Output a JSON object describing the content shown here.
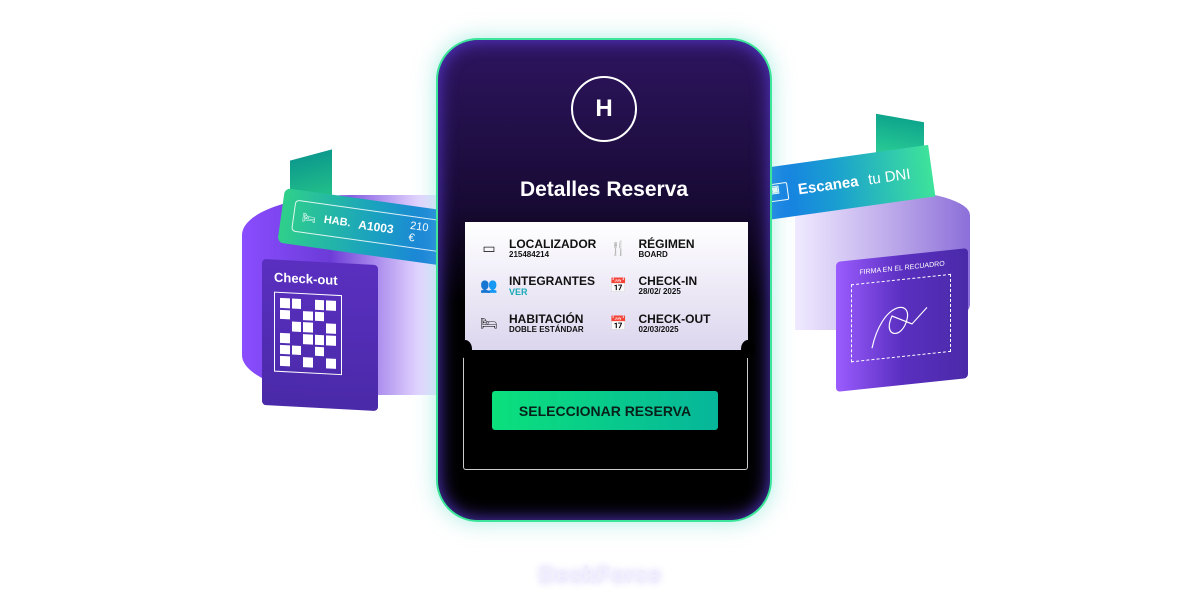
{
  "left_panel": {
    "checkout_label": "Check-out",
    "room_label": "HAB.",
    "room_number": "A1003",
    "room_price": "210 €"
  },
  "right_panel": {
    "scan_label": "Escanea",
    "scan_label_2": "tu DNI",
    "sign_label": "FIRMA EN EL RECUADRO"
  },
  "phone": {
    "title": "Detalles Reserva",
    "fields": [
      {
        "label": "LOCALIZADOR",
        "value": "215484214",
        "icon": "id-card-icon"
      },
      {
        "label": "RÉGIMEN",
        "value": "BOARD",
        "icon": "cutlery-icon"
      },
      {
        "label": "INTEGRANTES",
        "value": "VER",
        "icon": "group-icon"
      },
      {
        "label": "CHECK-IN",
        "value": "28/02/ 2025",
        "icon": "calendar-check-icon"
      },
      {
        "label": "HABITACIÓN",
        "value": "DOBLE ESTÁNDAR",
        "icon": "bed-icon"
      },
      {
        "label": "CHECK-OUT",
        "value": "02/03/2025",
        "icon": "calendar-x-icon"
      }
    ],
    "button": "SELECCIONAR RESERVA"
  },
  "brand": "DeskForce",
  "colors": {
    "accent_green": "#0be07c",
    "purple": "#5a2fc0",
    "blue": "#1466f5",
    "link": "#19a9b9"
  }
}
